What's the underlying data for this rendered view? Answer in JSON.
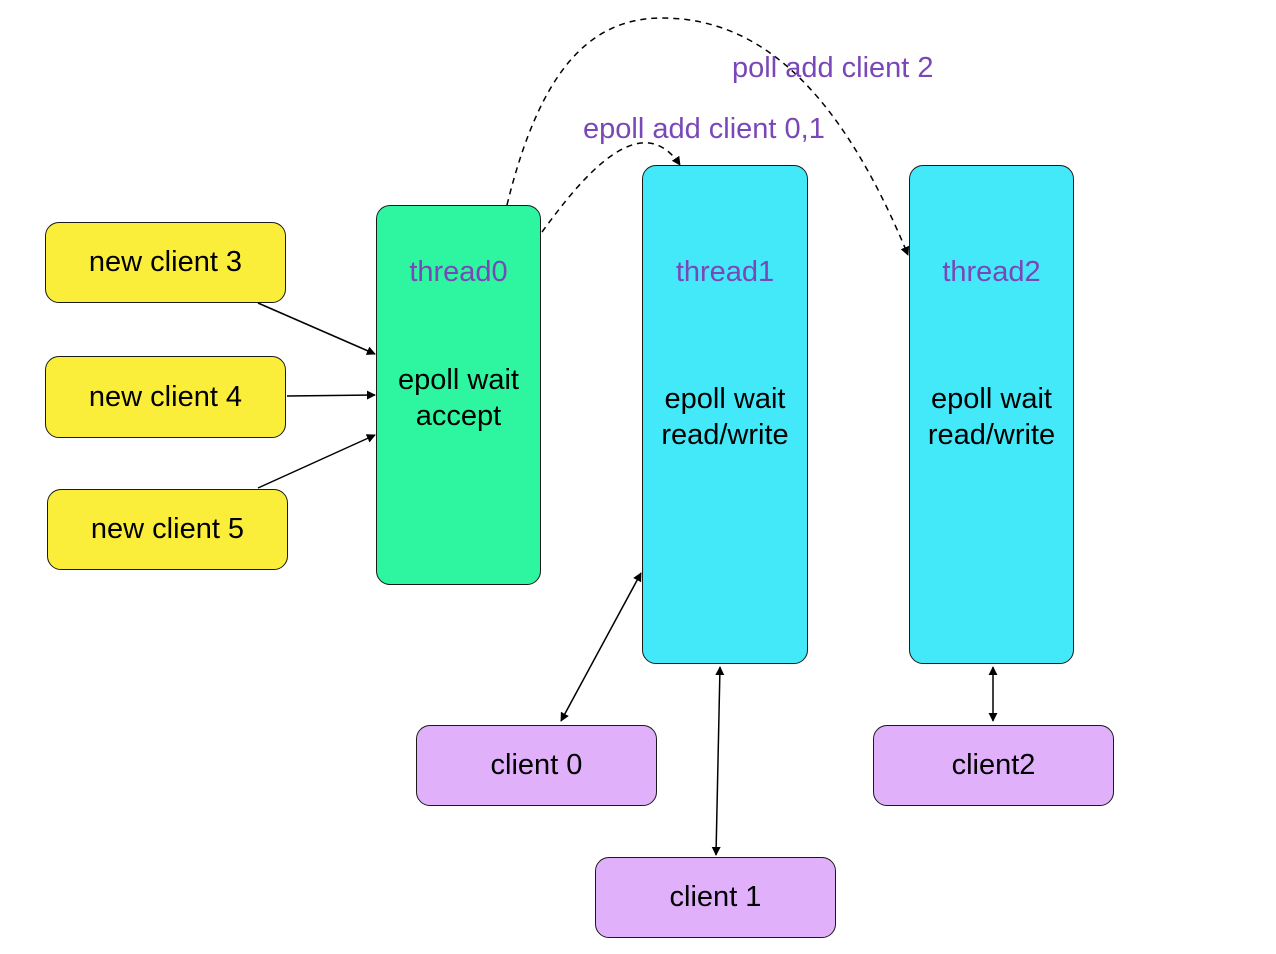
{
  "colors": {
    "new_client_fill": "#fbee3b",
    "accept_thread_fill": "#2ef6a0",
    "worker_thread_fill": "#43e9f8",
    "client_fill": "#e0b0fa",
    "label_purple": "#7a47b8",
    "stroke": "#1a1a1a"
  },
  "new_clients": [
    {
      "label": "new client 3"
    },
    {
      "label": "new client 4"
    },
    {
      "label": "new client 5"
    }
  ],
  "threads": [
    {
      "name": "thread0",
      "body": [
        "epoll wait",
        "accept"
      ]
    },
    {
      "name": "thread1",
      "body": [
        "epoll wait",
        "read/write"
      ]
    },
    {
      "name": "thread2",
      "body": [
        "epoll wait",
        "read/write"
      ]
    }
  ],
  "clients": [
    {
      "label": "client 0"
    },
    {
      "label": "client 1"
    },
    {
      "label": "client2"
    }
  ],
  "edge_labels": {
    "to_thread1": "epoll add client 0,1",
    "to_thread2": "poll add client 2"
  }
}
